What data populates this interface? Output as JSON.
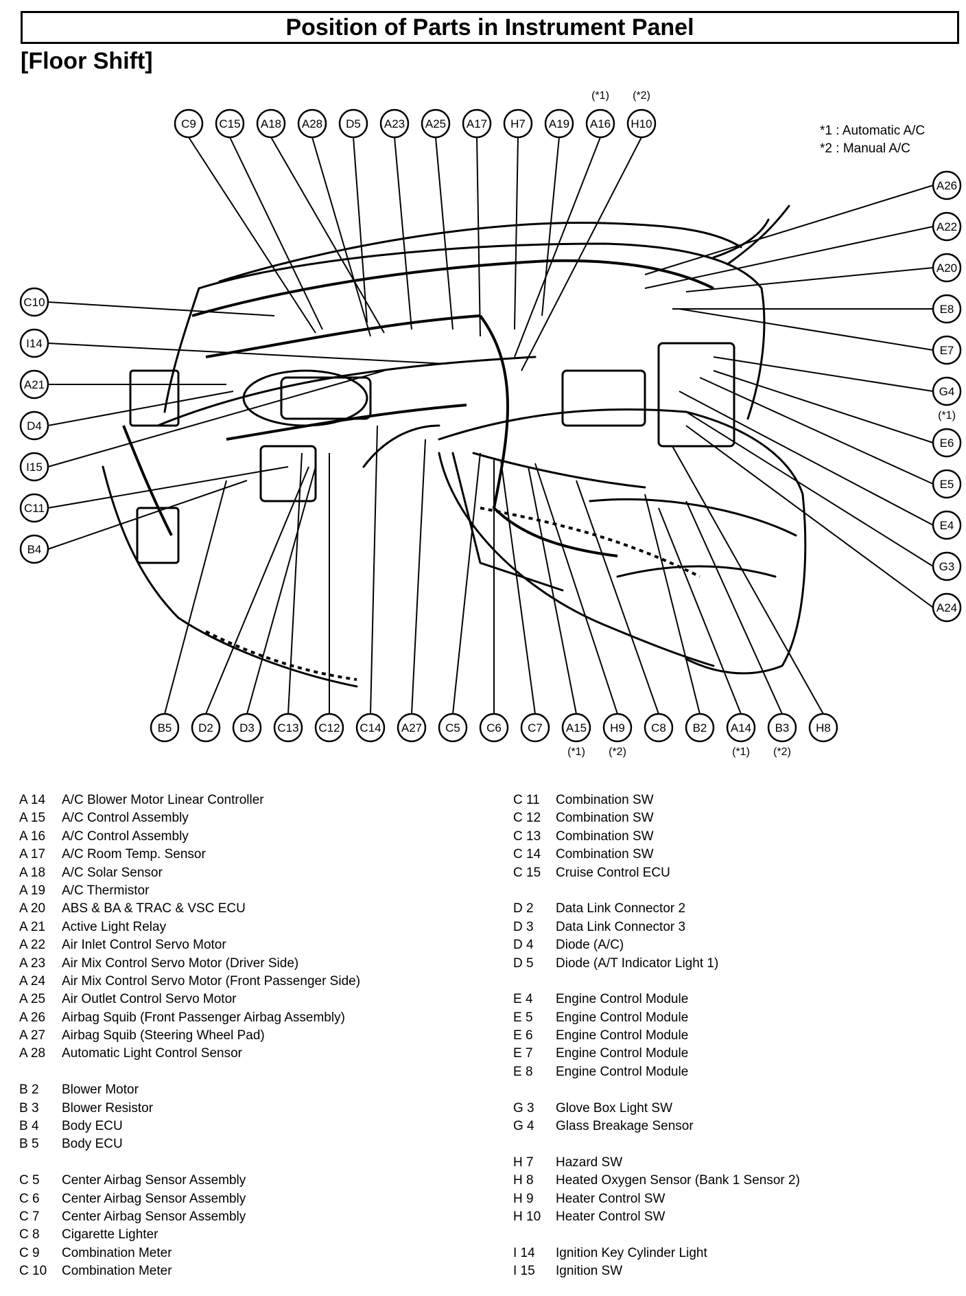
{
  "title": "Position of Parts in Instrument Panel",
  "subtitle": "[Floor Shift]",
  "notes": [
    {
      "mark": "*1",
      "text": "Automatic A/C"
    },
    {
      "mark": "*2",
      "text": "Manual A/C"
    }
  ],
  "top_labels": [
    {
      "id": "C9"
    },
    {
      "id": "C15"
    },
    {
      "id": "A18"
    },
    {
      "id": "A28"
    },
    {
      "id": "D5"
    },
    {
      "id": "A23"
    },
    {
      "id": "A25"
    },
    {
      "id": "A17"
    },
    {
      "id": "H7"
    },
    {
      "id": "A19"
    },
    {
      "id": "A16",
      "note": "(*1)"
    },
    {
      "id": "H10",
      "note": "(*2)"
    }
  ],
  "left_labels": [
    {
      "id": "C10"
    },
    {
      "id": "I14"
    },
    {
      "id": "A21"
    },
    {
      "id": "D4"
    },
    {
      "id": "I15"
    },
    {
      "id": "C11"
    },
    {
      "id": "B4"
    }
  ],
  "right_labels": [
    {
      "id": "A26"
    },
    {
      "id": "A22"
    },
    {
      "id": "A20"
    },
    {
      "id": "E8"
    },
    {
      "id": "E7"
    },
    {
      "id": "G4",
      "note": "(*1)"
    },
    {
      "id": "E6"
    },
    {
      "id": "E5"
    },
    {
      "id": "E4"
    },
    {
      "id": "G3"
    },
    {
      "id": "A24"
    }
  ],
  "bottom_labels": [
    {
      "id": "B5"
    },
    {
      "id": "D2"
    },
    {
      "id": "D3"
    },
    {
      "id": "C13"
    },
    {
      "id": "C12"
    },
    {
      "id": "C14"
    },
    {
      "id": "A27"
    },
    {
      "id": "C5"
    },
    {
      "id": "C6"
    },
    {
      "id": "C7"
    },
    {
      "id": "A15",
      "note": "(*1)"
    },
    {
      "id": "H9",
      "note": "(*2)"
    },
    {
      "id": "C8"
    },
    {
      "id": "B2"
    },
    {
      "id": "A14",
      "note": "(*1)"
    },
    {
      "id": "B3",
      "note": "(*2)"
    },
    {
      "id": "H8"
    }
  ],
  "parts_col1": [
    {
      "code": "A 14",
      "name": "A/C Blower Motor Linear Controller"
    },
    {
      "code": "A 15",
      "name": "A/C Control Assembly"
    },
    {
      "code": "A 16",
      "name": "A/C Control Assembly"
    },
    {
      "code": "A 17",
      "name": "A/C Room Temp. Sensor"
    },
    {
      "code": "A 18",
      "name": "A/C Solar Sensor"
    },
    {
      "code": "A 19",
      "name": "A/C Thermistor"
    },
    {
      "code": "A 20",
      "name": "ABS & BA & TRAC & VSC ECU"
    },
    {
      "code": "A 21",
      "name": "Active Light Relay"
    },
    {
      "code": "A 22",
      "name": "Air Inlet Control Servo Motor"
    },
    {
      "code": "A 23",
      "name": "Air Mix Control Servo Motor (Driver Side)"
    },
    {
      "code": "A 24",
      "name": "Air Mix Control Servo Motor (Front Passenger Side)"
    },
    {
      "code": "A 25",
      "name": "Air Outlet Control Servo Motor"
    },
    {
      "code": "A 26",
      "name": "Airbag Squib (Front Passenger Airbag Assembly)"
    },
    {
      "code": "A 27",
      "name": "Airbag Squib (Steering Wheel Pad)"
    },
    {
      "code": "A 28",
      "name": "Automatic Light Control Sensor"
    },
    {
      "code": "",
      "name": ""
    },
    {
      "code": "B   2",
      "name": "Blower Motor"
    },
    {
      "code": "B   3",
      "name": "Blower Resistor"
    },
    {
      "code": "B   4",
      "name": "Body ECU"
    },
    {
      "code": "B   5",
      "name": "Body ECU"
    },
    {
      "code": "",
      "name": ""
    },
    {
      "code": "C   5",
      "name": "Center Airbag Sensor Assembly"
    },
    {
      "code": "C   6",
      "name": "Center Airbag Sensor Assembly"
    },
    {
      "code": "C   7",
      "name": "Center Airbag Sensor Assembly"
    },
    {
      "code": "C   8",
      "name": "Cigarette Lighter"
    },
    {
      "code": "C   9",
      "name": "Combination Meter"
    },
    {
      "code": "C 10",
      "name": "Combination Meter"
    }
  ],
  "parts_col2": [
    {
      "code": "C 11",
      "name": "Combination SW"
    },
    {
      "code": "C 12",
      "name": "Combination SW"
    },
    {
      "code": "C 13",
      "name": "Combination SW"
    },
    {
      "code": "C 14",
      "name": "Combination SW"
    },
    {
      "code": "C 15",
      "name": "Cruise Control ECU"
    },
    {
      "code": "",
      "name": ""
    },
    {
      "code": "D   2",
      "name": "Data Link Connector 2"
    },
    {
      "code": "D   3",
      "name": "Data Link Connector 3"
    },
    {
      "code": "D   4",
      "name": "Diode (A/C)"
    },
    {
      "code": "D   5",
      "name": "Diode (A/T Indicator Light 1)"
    },
    {
      "code": "",
      "name": ""
    },
    {
      "code": "E   4",
      "name": "Engine Control Module"
    },
    {
      "code": "E   5",
      "name": "Engine Control Module"
    },
    {
      "code": "E   6",
      "name": "Engine Control Module"
    },
    {
      "code": "E   7",
      "name": "Engine Control Module"
    },
    {
      "code": "E   8",
      "name": "Engine Control Module"
    },
    {
      "code": "",
      "name": ""
    },
    {
      "code": "G   3",
      "name": "Glove Box Light SW"
    },
    {
      "code": "G   4",
      "name": "Glass Breakage Sensor"
    },
    {
      "code": "",
      "name": ""
    },
    {
      "code": "H   7",
      "name": "Hazard SW"
    },
    {
      "code": "H   8",
      "name": "Heated Oxygen Sensor (Bank 1 Sensor 2)"
    },
    {
      "code": "H   9",
      "name": "Heater Control SW"
    },
    {
      "code": "H 10",
      "name": "Heater Control SW"
    },
    {
      "code": "",
      "name": ""
    },
    {
      "code": "I   14",
      "name": "Ignition Key Cylinder Light"
    },
    {
      "code": "I   15",
      "name": "Ignition SW"
    }
  ]
}
